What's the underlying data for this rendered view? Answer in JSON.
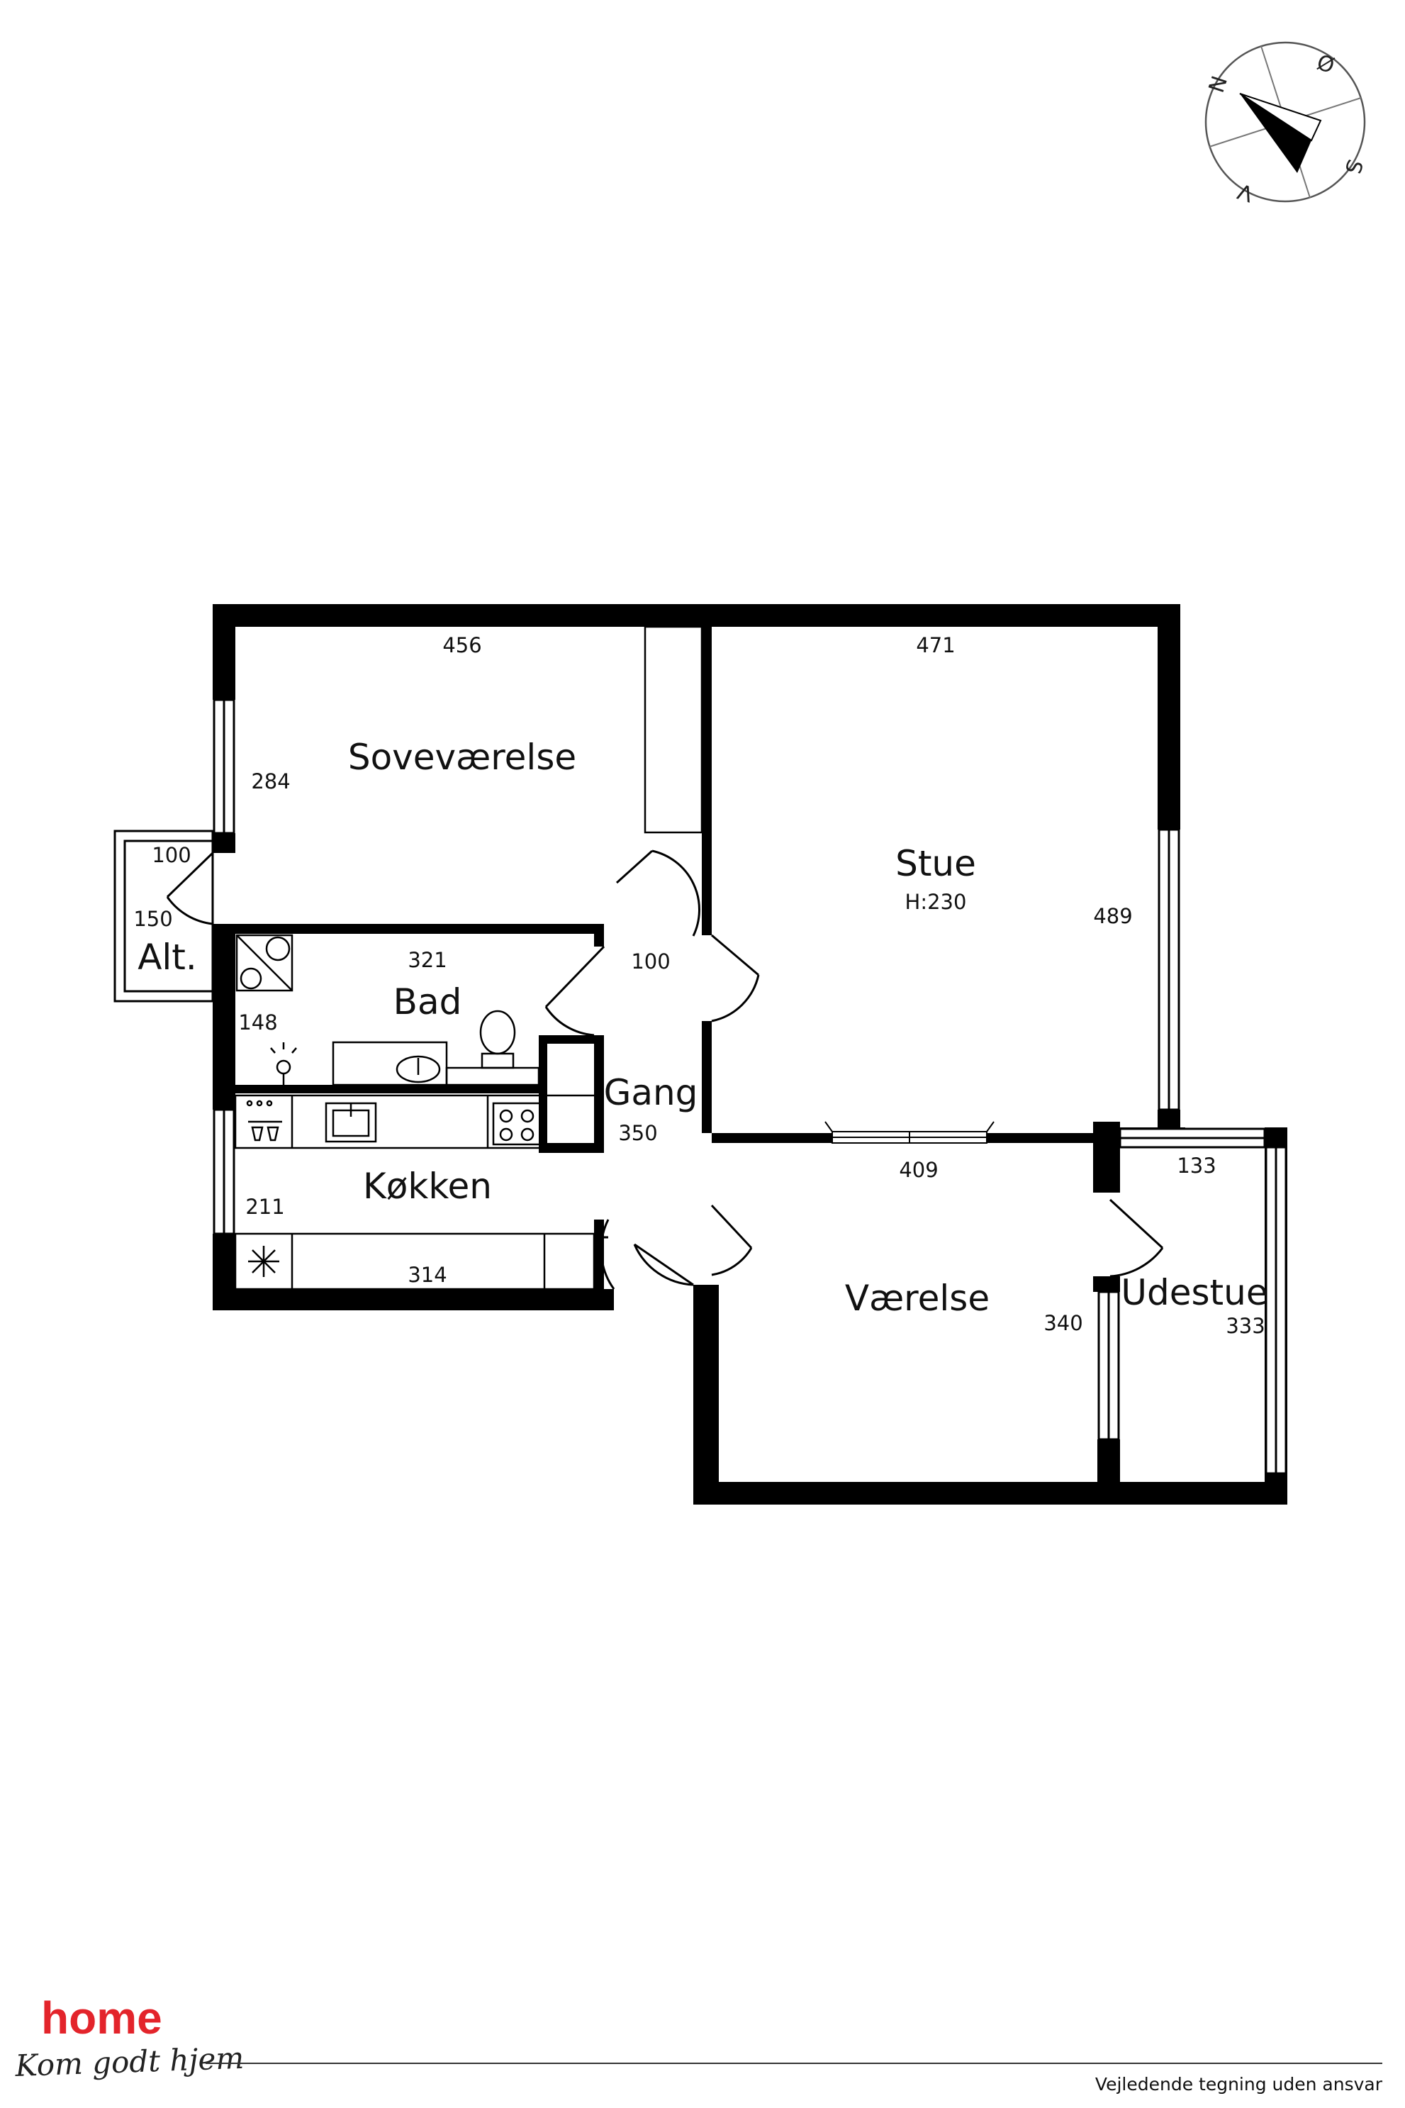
{
  "rooms": {
    "sovevaerelse": {
      "label": "Soveværelse",
      "width": "456",
      "depth": "284"
    },
    "stue": {
      "label": "Stue",
      "height_note": "H:230",
      "width": "471",
      "depth": "489"
    },
    "altan": {
      "label": "Alt.",
      "width": "100",
      "depth": "150"
    },
    "bad": {
      "label": "Bad",
      "width": "321",
      "depth": "148"
    },
    "gang": {
      "label": "Gang",
      "width": "100",
      "depth": "350"
    },
    "koekken": {
      "label": "Køkken",
      "width": "314",
      "depth": "211"
    },
    "vaerelse": {
      "label": "Værelse",
      "width": "409",
      "depth": "340"
    },
    "udestue": {
      "label": "Udestue",
      "width": "133",
      "depth": "333"
    }
  },
  "compass": {
    "north": "N",
    "east": "Ø",
    "south": "S",
    "west": "V"
  },
  "brand": {
    "name": "home",
    "slogan": "Kom godt hjem",
    "brand_color": "#e3242b"
  },
  "footer": {
    "disclaimer": "Vejledende tegning uden ansvar"
  }
}
